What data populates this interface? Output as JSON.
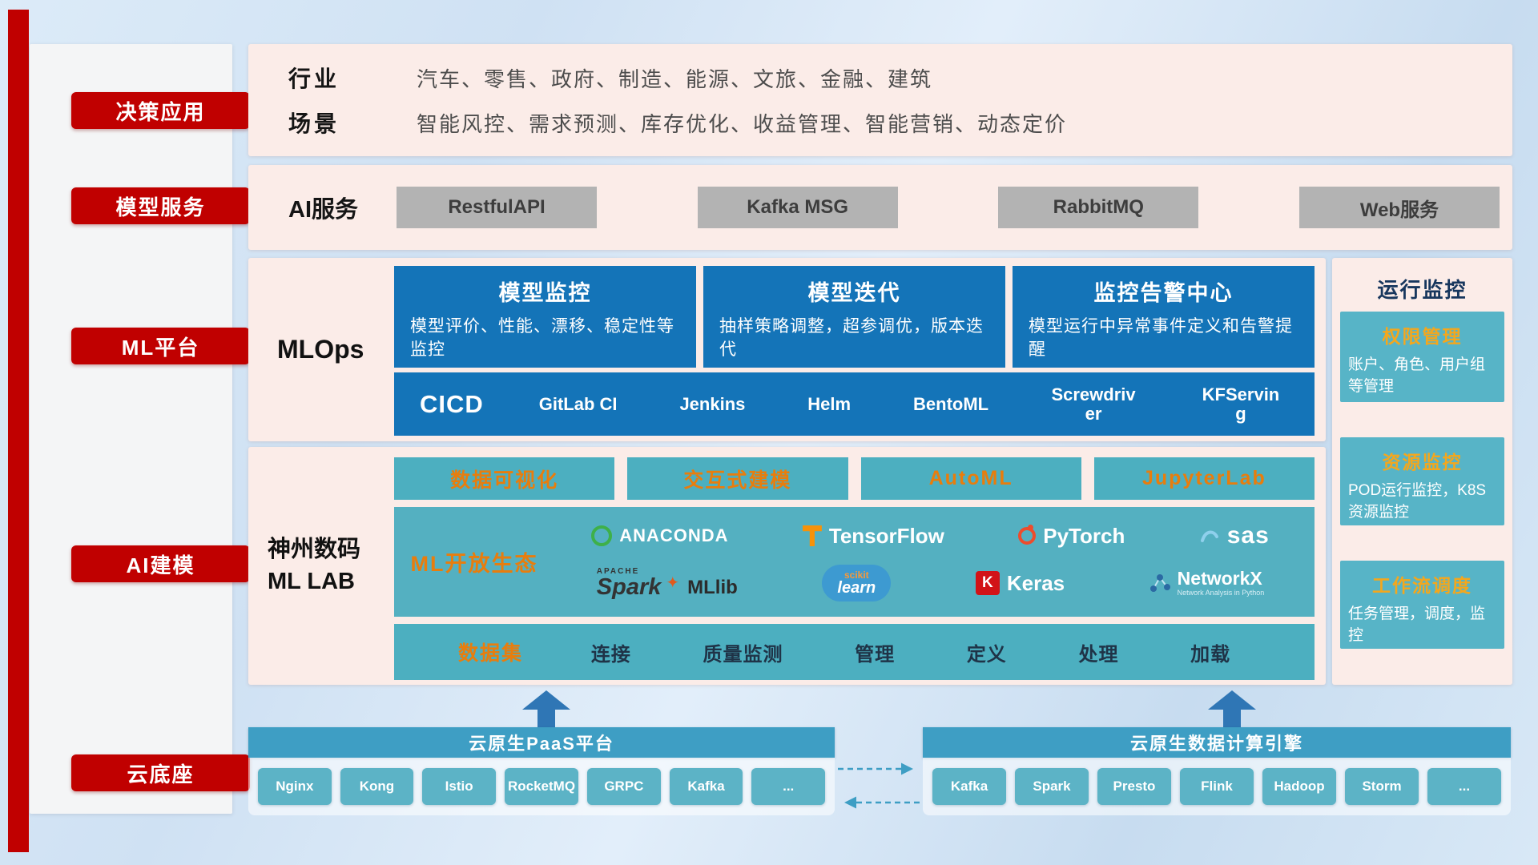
{
  "sidebar": {
    "items": [
      "决策应用",
      "模型服务",
      "ML平台",
      "AI建模",
      "云底座"
    ]
  },
  "industry": {
    "label": "行业",
    "value": "汽车、零售、政府、制造、能源、文旅、金融、建筑"
  },
  "scenario": {
    "label": "场景",
    "value": "智能风控、需求预测、库存优化、收益管理、智能营销、动态定价"
  },
  "ai_service": {
    "label": "AI服务",
    "items": [
      "RestfulAPI",
      "Kafka MSG",
      "RabbitMQ",
      "Web服务"
    ]
  },
  "mlops": {
    "label": "MLOps",
    "cards": [
      {
        "title": "模型监控",
        "desc": "模型评价、性能、漂移、稳定性等监控"
      },
      {
        "title": "模型迭代",
        "desc": "抽样策略调整，超参调优，版本迭代"
      },
      {
        "title": "监控告警中心",
        "desc": "模型运行中异常事件定义和告警提醒"
      }
    ],
    "cicd_label": "CICD",
    "cicd_items": [
      "GitLab CI",
      "Jenkins",
      "Helm",
      "BentoML",
      "Screwdriver",
      "KFServing"
    ]
  },
  "monitoring": {
    "title": "运行监控",
    "cards": [
      {
        "title": "权限管理",
        "desc": "账户、角色、用户组等管理"
      },
      {
        "title": "资源监控",
        "desc": "POD运行监控，K8S资源监控"
      },
      {
        "title": "工作流调度",
        "desc": "任务管理，调度，监控"
      }
    ]
  },
  "mllab": {
    "label_line1": "神州数码",
    "label_line2": "ML LAB",
    "tools": [
      "数据可视化",
      "交互式建模",
      "AutoML",
      "JupyterLab"
    ],
    "ecosystem_label": "ML开放生态",
    "logos": {
      "anaconda": "ANACONDA",
      "tensorflow": "TensorFlow",
      "pytorch": "PyTorch",
      "sas": "sas",
      "spark_sub": "APACHE",
      "spark": "Spark",
      "mllib": "MLlib",
      "sklearn_top": "scikit",
      "sklearn_bottom": "learn",
      "keras_letter": "K",
      "keras": "Keras",
      "networkx": "NetworkX",
      "networkx_sub": "Network Analysis in Python"
    },
    "dataset_label": "数据集",
    "dataset_items": [
      "连接",
      "质量监测",
      "管理",
      "定义",
      "处理",
      "加载"
    ]
  },
  "foundation": {
    "paas_title": "云原生PaaS平台",
    "paas_items": [
      "Nginx",
      "Kong",
      "Istio",
      "RocketMQ",
      "GRPC",
      "Kafka",
      "..."
    ],
    "engine_title": "云原生数据计算引擎",
    "engine_items": [
      "Kafka",
      "Spark",
      "Presto",
      "Flink",
      "Hadoop",
      "Storm",
      "..."
    ]
  },
  "colors": {
    "accent_red": "#c00000",
    "panel_pink": "#fbece8",
    "card_blue": "#1474b8",
    "teal": "#4fb0c2",
    "orange": "#e87d0d",
    "bar_teal": "#3e9ec4",
    "gray_button": "#b3b3b3",
    "arrow_blue": "#2f76b5"
  }
}
